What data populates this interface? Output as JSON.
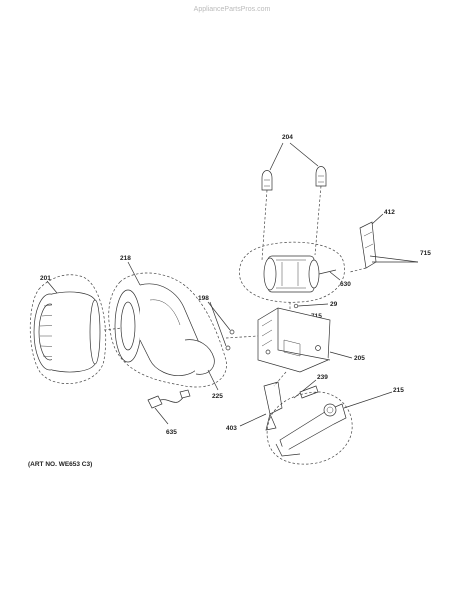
{
  "watermark": "AppliancePartsPros.com",
  "art_number": "(ART NO. WE653 C3)",
  "callouts": {
    "c204": "204",
    "c412": "412",
    "c715a": "715",
    "c218": "218",
    "c201": "201",
    "c630": "630",
    "c198": "198",
    "c29": "29",
    "c715b": "715",
    "c205": "205",
    "c239": "239",
    "c215": "215",
    "c225": "225",
    "c403": "403",
    "c635": "635"
  }
}
